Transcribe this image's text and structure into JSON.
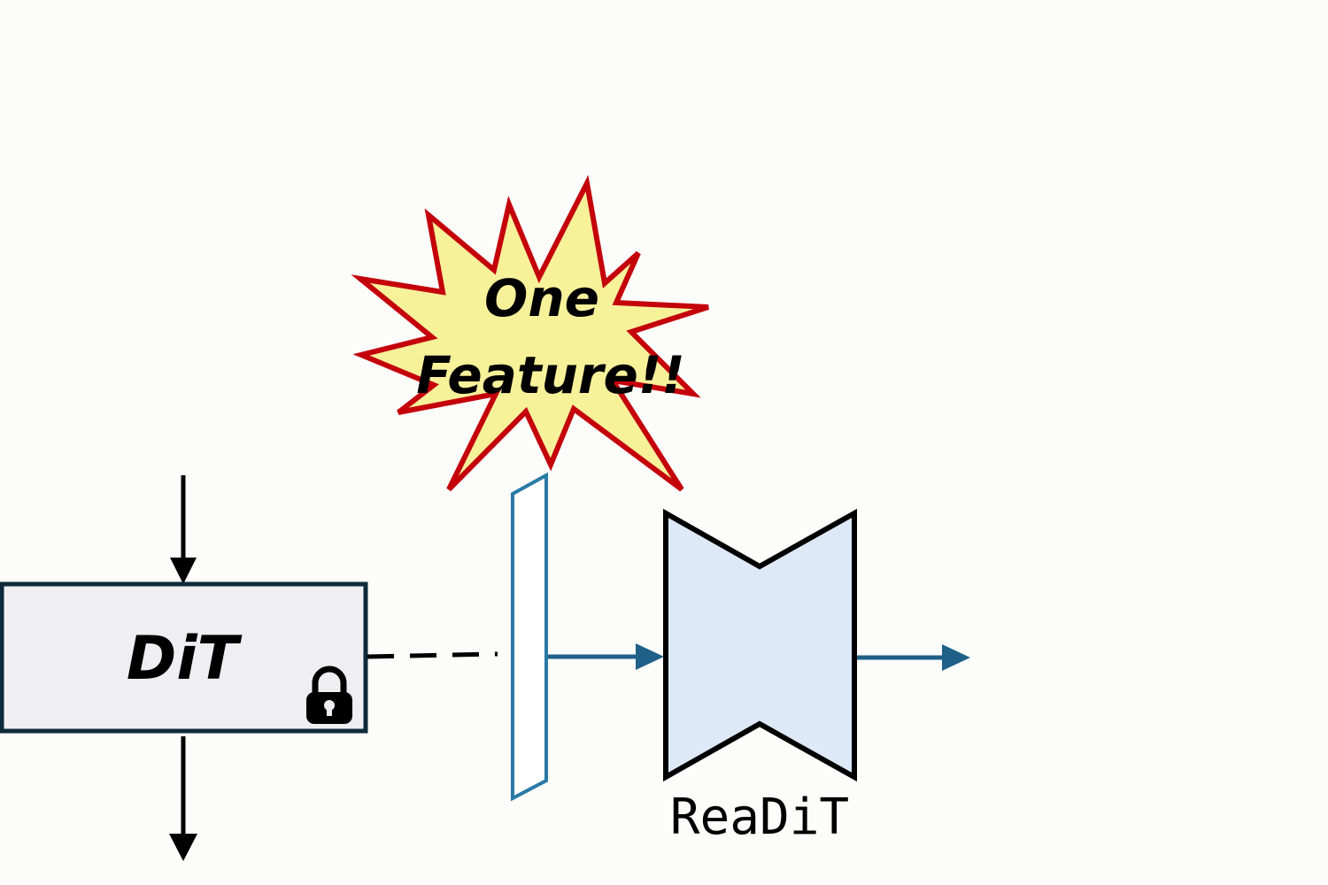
{
  "nodes": {
    "dit": {
      "label": "DiT",
      "fill": "#efeff1",
      "stroke": "#0e2a3a",
      "frozen_icon": "lock-icon"
    },
    "feature": {
      "fill": "#ffffff",
      "stroke": "#2a7aa6"
    },
    "readit": {
      "label": "ReaDiT",
      "fill": "#dde9f6",
      "stroke": "#000000"
    }
  },
  "callout": {
    "line1": "One",
    "line2": "Feature!!",
    "fill": "#f7f19a",
    "stroke": "#c4000b"
  },
  "edges": {
    "dit_io_color": "#000000",
    "flow_color": "#1e6088",
    "dashed_color": "#000000"
  }
}
